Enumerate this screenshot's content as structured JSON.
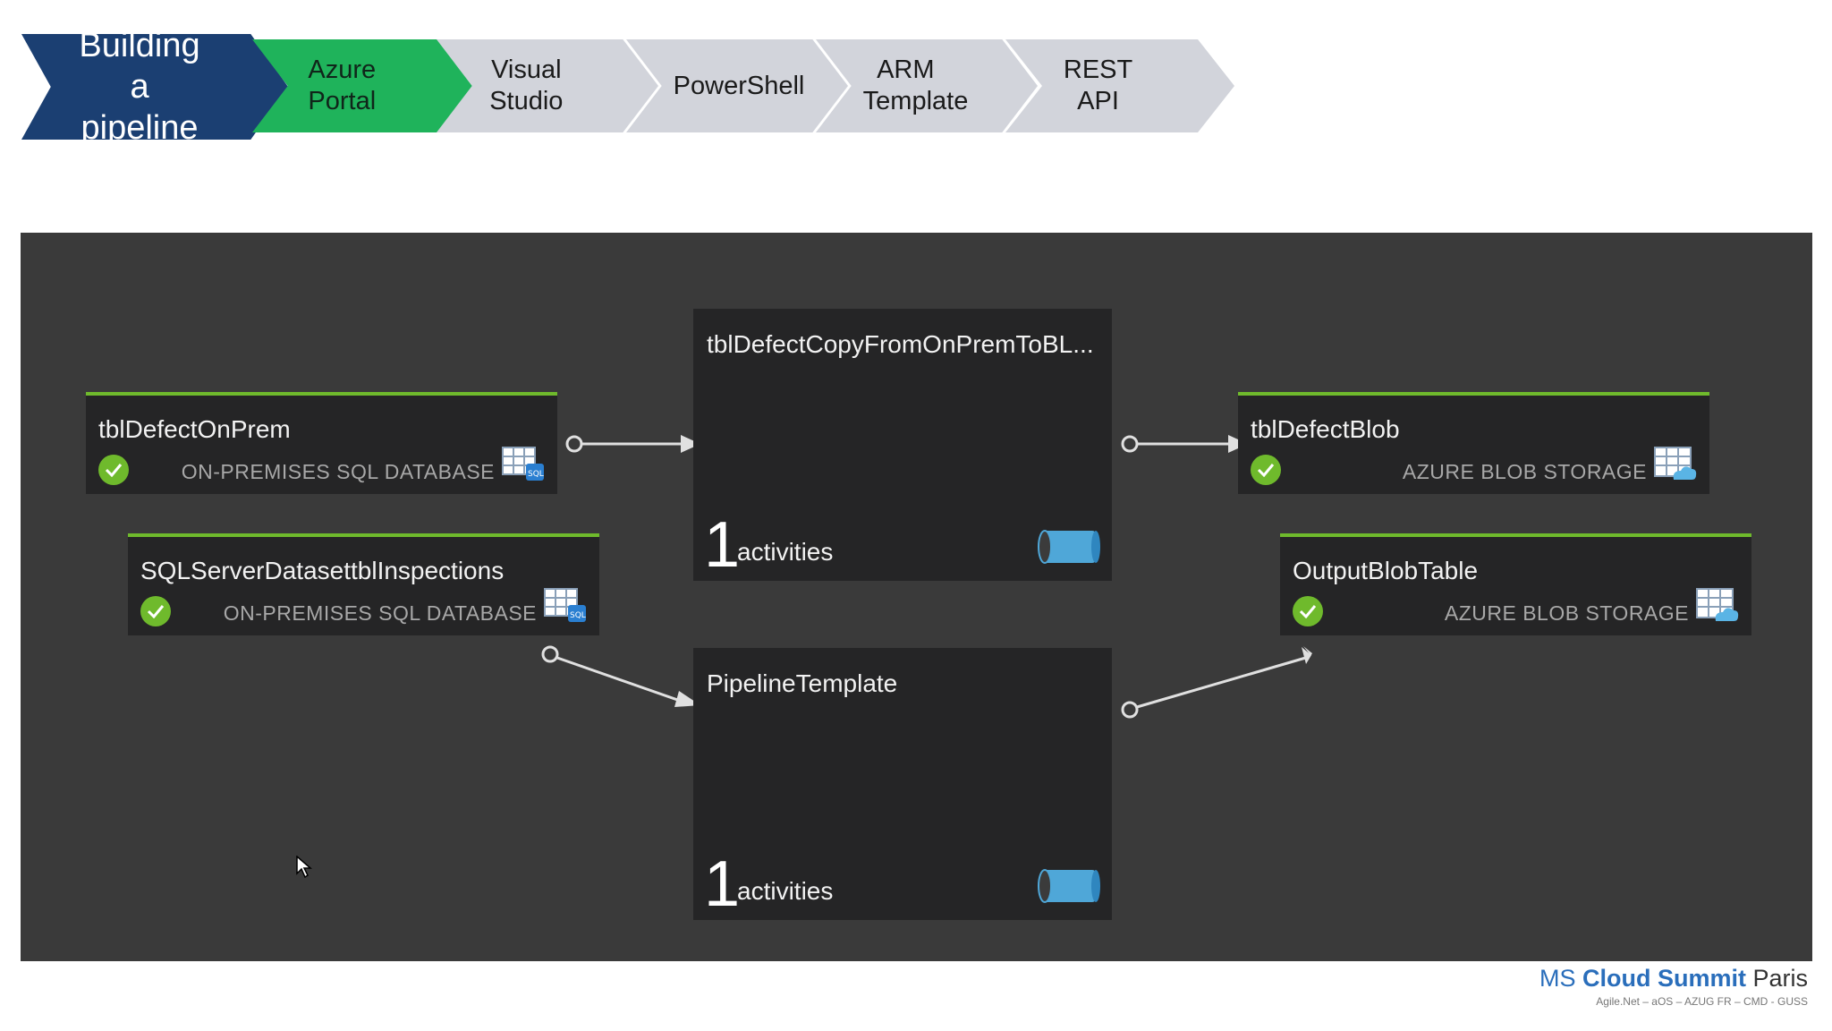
{
  "breadcrumbs": [
    {
      "label_lines": [
        "Building a",
        "pipeline"
      ]
    },
    {
      "label_lines": [
        "Azure",
        "Portal"
      ],
      "state": "active"
    },
    {
      "label_lines": [
        "Visual",
        "Studio"
      ]
    },
    {
      "label_lines": [
        "PowerShell"
      ]
    },
    {
      "label_lines": [
        "ARM",
        "Template"
      ]
    },
    {
      "label_lines": [
        "REST API"
      ]
    }
  ],
  "datasets": [
    {
      "name": "tblDefectOnPrem",
      "type": "ON-PREMISES SQL DATABASE",
      "status": "check-icon",
      "icon": "sql-table-icon"
    },
    {
      "name": "SQLServerDatasettblInspections",
      "type": "ON-PREMISES SQL DATABASE",
      "status": "check-icon",
      "icon": "sql-table-icon"
    },
    {
      "name": "tblDefectBlob",
      "type": "AZURE BLOB STORAGE",
      "status": "check-icon",
      "icon": "blob-table-icon"
    },
    {
      "name": "OutputBlobTable",
      "type": "AZURE BLOB STORAGE",
      "status": "check-icon",
      "icon": "blob-table-icon"
    }
  ],
  "pipelines": [
    {
      "name": "tblDefectCopyFromOnPremToBL...",
      "count": "1",
      "count_label": "activities",
      "icon": "pipe-icon"
    },
    {
      "name": "PipelineTemplate",
      "count": "1",
      "count_label": "activities",
      "icon": "pipe-icon"
    }
  ],
  "logo": {
    "ms": "MS",
    "cloud_summit": "Cloud Summit",
    "city": "Paris",
    "tagline": "Agile.Net – aOS – AZUG FR – CMD - GUSS"
  },
  "colors": {
    "breadcrumb_first": "#1b3f72",
    "breadcrumb_active": "#1fb35b",
    "breadcrumb_inactive": "#d2d4db",
    "canvas": "#3a3a3a",
    "node": "#252526",
    "status_ok": "#6fba2c",
    "logo_blue": "#2a6ebb"
  }
}
